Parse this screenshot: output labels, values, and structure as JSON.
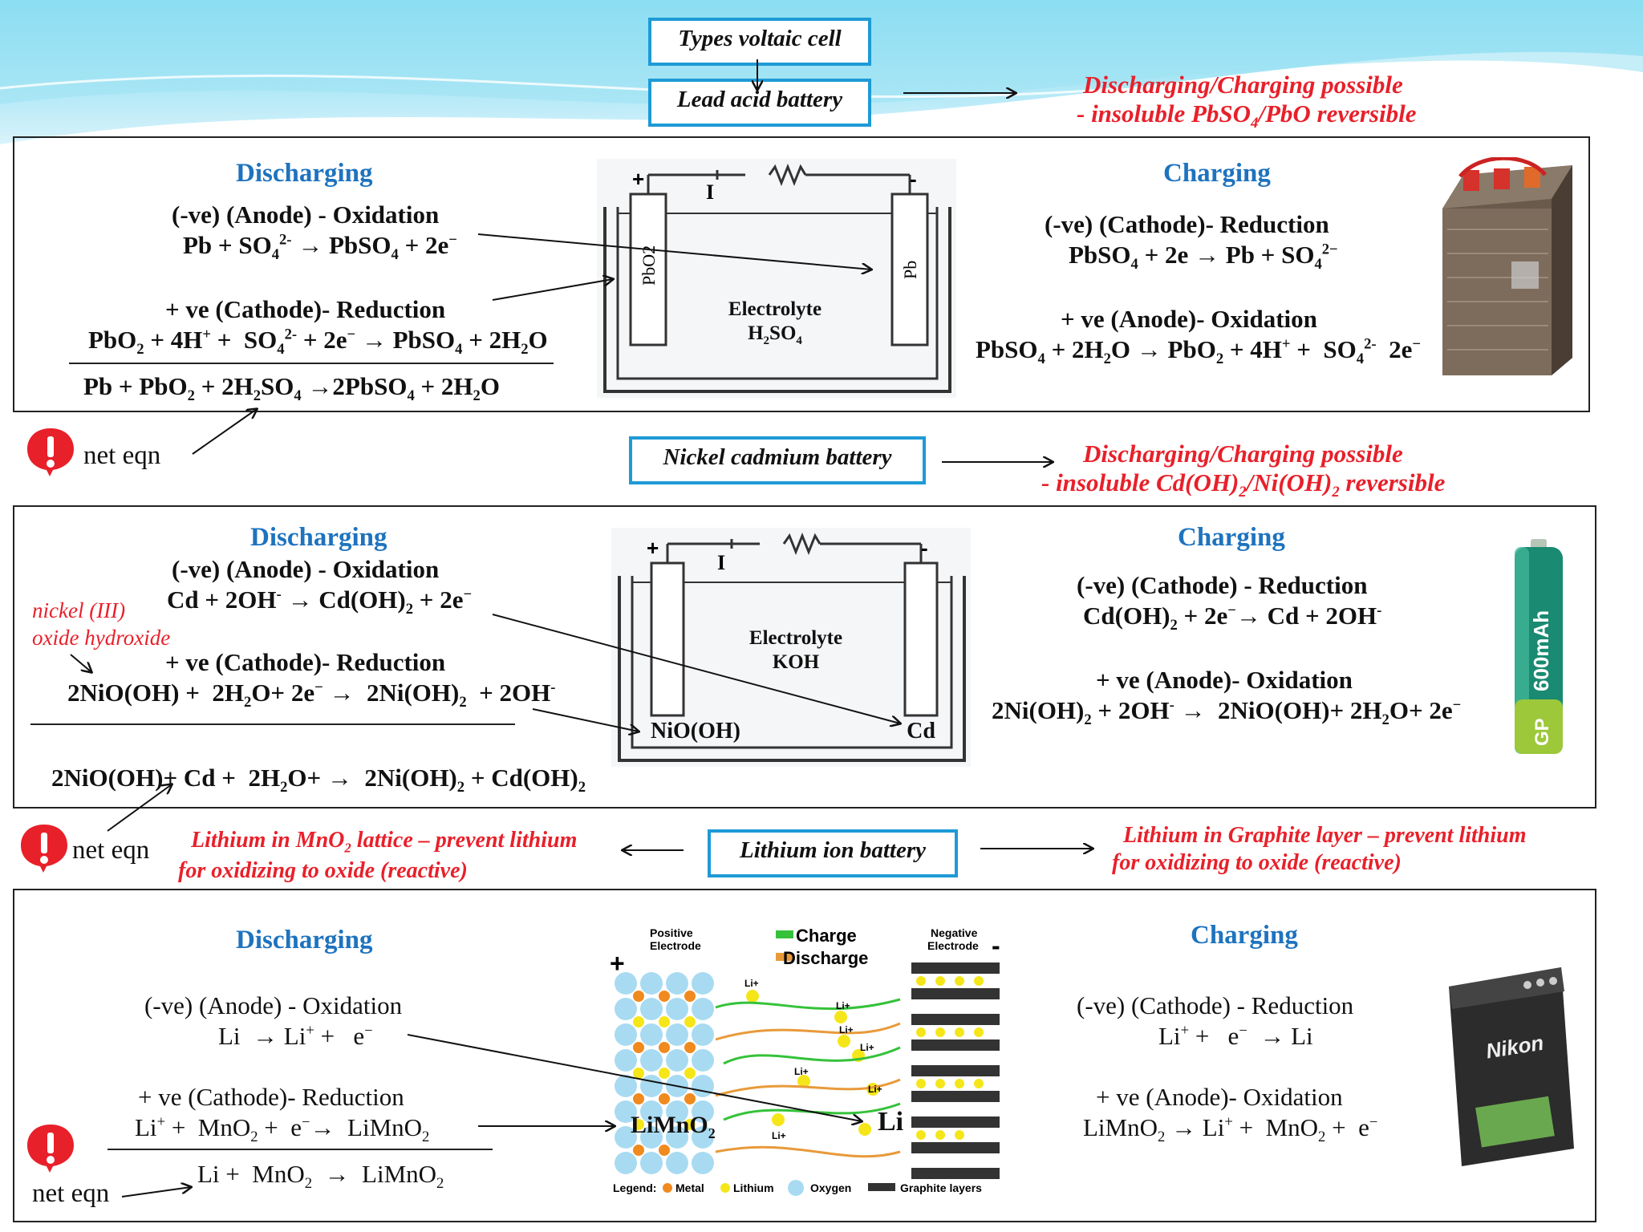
{
  "header": {
    "types_title": "Types voltaic cell",
    "lead_acid_title": "Lead acid battery",
    "lead_acid_note_1": "Discharging/Charging possible",
    "lead_acid_note_2a": "- insoluble PbSO",
    "lead_acid_note_2b": "/PbO reversible"
  },
  "lead_acid": {
    "discharging": "Discharging",
    "charging": "Charging",
    "d_anode_label": "(-ve) (Anode) - Oxidation",
    "d_cathode_label": "+ ve (Cathode)- Reduction",
    "c_cathode_label": "(-ve) (Cathode)- Reduction",
    "c_anode_label": "+ ve (Anode)- Oxidation",
    "electrolyte": "Electrolyte",
    "electrode_left": "PbO2",
    "electrode_right": "Pb",
    "current": "I"
  },
  "nicad": {
    "title": "Nickel cadmium battery",
    "note_1": "Discharging/Charging possible",
    "note_2a": "- insoluble Cd(OH)",
    "note_2b": "/Ni(OH)",
    "note_2c": " reversible",
    "discharging": "Discharging",
    "charging": "Charging",
    "d_anode_label": "(-ve) (Anode) - Oxidation",
    "d_cathode_label": "+ ve (Cathode)- Reduction",
    "c_cathode_label": "(-ve) (Cathode) - Reduction",
    "c_anode_label": "+ ve (Anode)- Oxidation",
    "side_note_1": "nickel (III)",
    "side_note_2": "oxide hydroxide",
    "electrolyte": "Electrolyte",
    "electrolyte_formula": "KOH",
    "electrode_left": "NiO(OH)",
    "electrode_right": "Cd",
    "current": "I"
  },
  "lithium": {
    "title": "Lithium ion battery",
    "left_note_1": "for oxidizing to oxide (reactive)",
    "right_note_1": "Lithium in Graphite layer – prevent lithium",
    "right_note_2": "for oxidizing to oxide (reactive)",
    "discharging": "Discharging",
    "charging": "Charging",
    "d_anode_label": "(-ve) (Anode) - Oxidation",
    "d_cathode_label": "+ ve (Cathode)- Reduction",
    "c_cathode_label": "(-ve) (Cathode) - Reduction",
    "c_anode_label": "+ ve (Anode)- Oxidation",
    "diagram_pos": "Positive Electrode",
    "diagram_neg": "Negative Electrode",
    "diagram_charge": "Charge",
    "diagram_discharge": "Discharge",
    "diagram_legend": "Legend:",
    "legend_metal": "Metal",
    "legend_lithium": "Lithium",
    "legend_oxygen": "Oxygen",
    "legend_graphite": "Graphite layers",
    "li_label": "Li",
    "li_ion": "Li+"
  },
  "net_eqn": "net eqn",
  "colors": {
    "accent_blue": "#1e73be",
    "box_border": "#1e9ad6",
    "note_red": "#e8202a"
  }
}
